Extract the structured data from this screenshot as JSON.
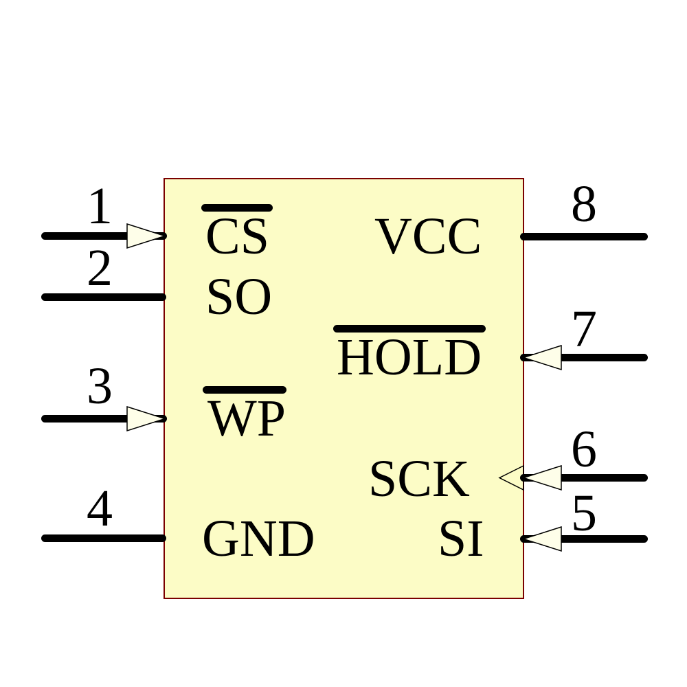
{
  "colors": {
    "background": "#FFFFFF",
    "body_fill": "#FCFCC6",
    "body_border": "#7A0000",
    "arrow_fill": "#FEFEE9",
    "line_color": "#000000"
  },
  "component": {
    "kind": "8-pin IC schematic symbol"
  },
  "pins": [
    {
      "number": "1",
      "name": "CS",
      "active_low": true,
      "side": "left",
      "input_arrow": true,
      "clock_arrow": false
    },
    {
      "number": "2",
      "name": "SO",
      "active_low": false,
      "side": "left",
      "input_arrow": false,
      "clock_arrow": false
    },
    {
      "number": "3",
      "name": "WP",
      "active_low": true,
      "side": "left",
      "input_arrow": true,
      "clock_arrow": false
    },
    {
      "number": "4",
      "name": "GND",
      "active_low": false,
      "side": "left",
      "input_arrow": false,
      "clock_arrow": false
    },
    {
      "number": "5",
      "name": "SI",
      "active_low": false,
      "side": "right",
      "input_arrow": true,
      "clock_arrow": false
    },
    {
      "number": "6",
      "name": "SCK",
      "active_low": false,
      "side": "right",
      "input_arrow": true,
      "clock_arrow": true
    },
    {
      "number": "7",
      "name": "HOLD",
      "active_low": true,
      "side": "right",
      "input_arrow": true,
      "clock_arrow": false
    },
    {
      "number": "8",
      "name": "VCC",
      "active_low": false,
      "side": "right",
      "input_arrow": false,
      "clock_arrow": false
    }
  ]
}
